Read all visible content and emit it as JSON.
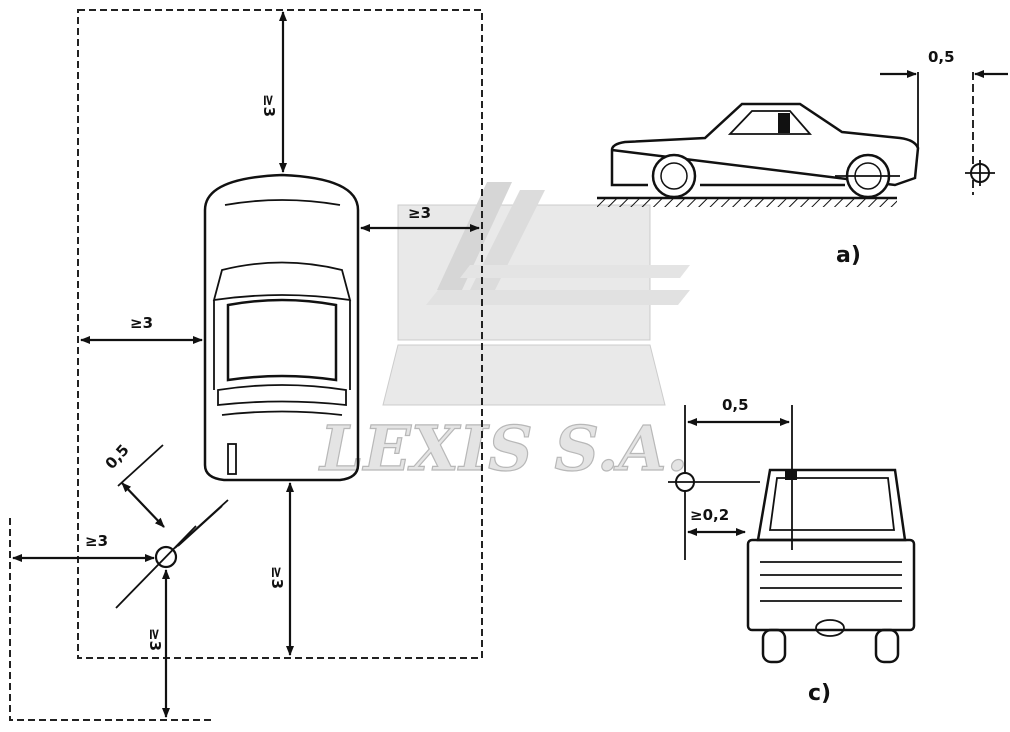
{
  "watermark": {
    "text": "LEXIS S.A."
  },
  "plan_view": {
    "dim_top": "≥3",
    "dim_right": "≥3",
    "dim_left": "≥3",
    "dim_bottom": "≥3",
    "dim_lamp_offset": "0,5",
    "dim_lamp_left": "≥3",
    "dim_lamp_bottom": "≥3"
  },
  "figure_a": {
    "label": "a)",
    "dim_offset": "0,5"
  },
  "figure_c": {
    "label": "c)",
    "dim_offset": "0,5",
    "dim_side": "≥0,2"
  }
}
